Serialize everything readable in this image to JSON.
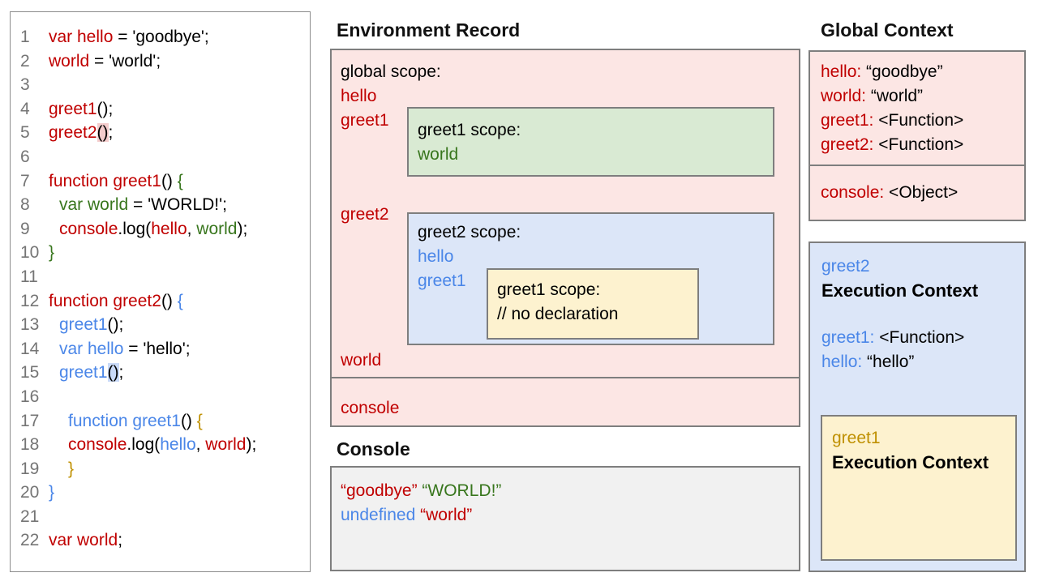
{
  "colors": {
    "red": "#c00000",
    "green": "#38761d",
    "blue": "#4a86e8",
    "gold": "#bf9000",
    "black": "#000000",
    "pink_hl": "#f4cccc",
    "blue_hl": "#c9daf8"
  },
  "code_panel": {
    "lines": [
      {
        "num": "1",
        "indent": 0,
        "tokens": [
          {
            "t": "var hello",
            "c": "red"
          },
          {
            "t": " = 'goodbye';",
            "c": "black"
          }
        ]
      },
      {
        "num": "2",
        "indent": 0,
        "tokens": [
          {
            "t": "world",
            "c": "red"
          },
          {
            "t": " = 'world';",
            "c": "black"
          }
        ]
      },
      {
        "num": "3",
        "indent": 0,
        "tokens": []
      },
      {
        "num": "4",
        "indent": 0,
        "tokens": [
          {
            "t": "greet1",
            "c": "red"
          },
          {
            "t": "();",
            "c": "black"
          }
        ]
      },
      {
        "num": "5",
        "indent": 0,
        "tokens": [
          {
            "t": "greet2",
            "c": "red"
          },
          {
            "t": "()",
            "c": "black",
            "h": "pink_hl"
          },
          {
            "t": ";",
            "c": "black"
          }
        ]
      },
      {
        "num": "6",
        "indent": 0,
        "tokens": []
      },
      {
        "num": "7",
        "indent": 0,
        "tokens": [
          {
            "t": "function greet1",
            "c": "red"
          },
          {
            "t": "() ",
            "c": "black"
          },
          {
            "t": "{",
            "c": "green"
          }
        ]
      },
      {
        "num": "8",
        "indent": 1,
        "tokens": [
          {
            "t": "var world",
            "c": "green"
          },
          {
            "t": " = 'WORLD!';",
            "c": "black"
          }
        ]
      },
      {
        "num": "9",
        "indent": 1,
        "tokens": [
          {
            "t": "console",
            "c": "red"
          },
          {
            "t": ".log(",
            "c": "black"
          },
          {
            "t": "hello",
            "c": "red"
          },
          {
            "t": ", ",
            "c": "black"
          },
          {
            "t": "world",
            "c": "green"
          },
          {
            "t": ");",
            "c": "black"
          }
        ]
      },
      {
        "num": "10",
        "indent": 0,
        "tokens": [
          {
            "t": "}",
            "c": "green"
          }
        ]
      },
      {
        "num": "11",
        "indent": 0,
        "tokens": []
      },
      {
        "num": "12",
        "indent": 0,
        "tokens": [
          {
            "t": "function greet2",
            "c": "red"
          },
          {
            "t": "() ",
            "c": "black"
          },
          {
            "t": "{",
            "c": "blue"
          }
        ]
      },
      {
        "num": "13",
        "indent": 1,
        "tokens": [
          {
            "t": "greet1",
            "c": "blue"
          },
          {
            "t": "();",
            "c": "black"
          }
        ]
      },
      {
        "num": "14",
        "indent": 1,
        "tokens": [
          {
            "t": "var hello",
            "c": "blue"
          },
          {
            "t": " = 'hello';",
            "c": "black"
          }
        ]
      },
      {
        "num": "15",
        "indent": 1,
        "tokens": [
          {
            "t": "greet1",
            "c": "blue"
          },
          {
            "t": "()",
            "c": "black",
            "h": "blue_hl"
          },
          {
            "t": ";",
            "c": "black"
          }
        ]
      },
      {
        "num": "16",
        "indent": 0,
        "tokens": []
      },
      {
        "num": "17",
        "indent": 2,
        "tokens": [
          {
            "t": "function greet1",
            "c": "blue"
          },
          {
            "t": "() ",
            "c": "black"
          },
          {
            "t": "{",
            "c": "gold"
          }
        ]
      },
      {
        "num": "18",
        "indent": 2,
        "tokens": [
          {
            "t": "console",
            "c": "red"
          },
          {
            "t": ".log(",
            "c": "black"
          },
          {
            "t": "hello",
            "c": "blue"
          },
          {
            "t": ", ",
            "c": "black"
          },
          {
            "t": "world",
            "c": "red"
          },
          {
            "t": ");",
            "c": "black"
          }
        ]
      },
      {
        "num": "19",
        "indent": 2,
        "tokens": [
          {
            "t": "}",
            "c": "gold"
          }
        ]
      },
      {
        "num": "20",
        "indent": 0,
        "tokens": [
          {
            "t": "}",
            "c": "blue"
          }
        ]
      },
      {
        "num": "21",
        "indent": 0,
        "tokens": []
      },
      {
        "num": "22",
        "indent": 0,
        "tokens": [
          {
            "t": "var world",
            "c": "red"
          },
          {
            "t": ";",
            "c": "black"
          }
        ]
      }
    ]
  },
  "environment_record": {
    "title": "Environment Record",
    "global_scope_label": "global scope:",
    "var_hello": "hello",
    "var_greet1": "greet1",
    "var_greet2": "greet2",
    "var_world": "world",
    "var_console": "console",
    "greet1_scope": {
      "title": "greet1 scope:",
      "var_world": "world"
    },
    "greet2_scope": {
      "title": "greet2 scope:",
      "var_hello": "hello",
      "var_greet1": "greet1",
      "greet1_scope": {
        "title": "greet1 scope:",
        "comment": "// no declaration"
      }
    }
  },
  "console_panel": {
    "title": "Console",
    "lines": [
      [
        {
          "t": "“goodbye”",
          "c": "red"
        },
        {
          "t": " ",
          "c": "black"
        },
        {
          "t": "“WORLD!”",
          "c": "green"
        }
      ],
      [
        {
          "t": "undefined",
          "c": "blue"
        },
        {
          "t": " ",
          "c": "black"
        },
        {
          "t": "“world”",
          "c": "red"
        }
      ]
    ]
  },
  "global_context": {
    "title": "Global Context",
    "bindings": [
      {
        "k": "hello:",
        "v": " “goodbye”"
      },
      {
        "k": "world:",
        "v": " “world”"
      },
      {
        "k": "greet1:",
        "v": " <Function>"
      },
      {
        "k": "greet2:",
        "v": " <Function>"
      }
    ],
    "console_binding": {
      "k": "console:",
      "v": " <Object>"
    }
  },
  "greet2_execution_context": {
    "name": "greet2",
    "title": "Execution Context",
    "bindings": [
      {
        "k": "greet1:",
        "v": " <Function>"
      },
      {
        "k": "hello:",
        "v": " “hello”"
      }
    ],
    "greet1_execution_context": {
      "name": "greet1",
      "title": "Execution Context"
    }
  }
}
